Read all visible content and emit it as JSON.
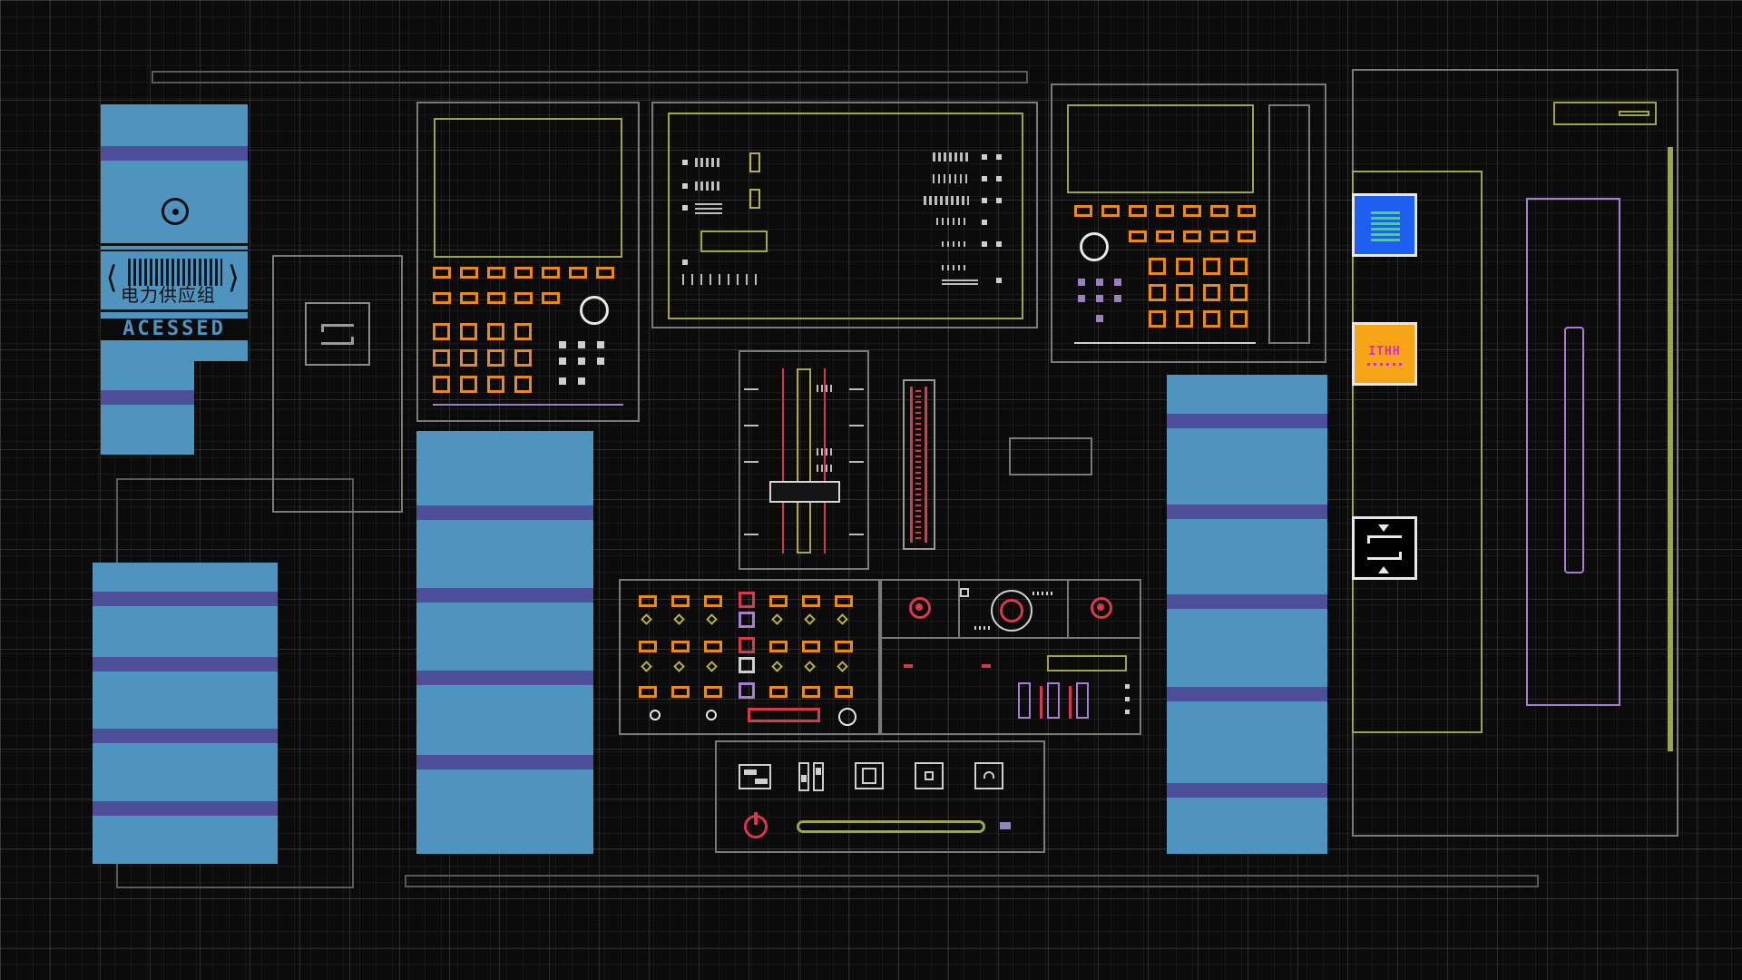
{
  "access_card": {
    "chinese_label": "电力供应组",
    "status_text": "ACESSED",
    "left_bracket": "⟨",
    "right_bracket": "⟩"
  },
  "orange_chip_label": "ITHH",
  "icons": {
    "target": "target-icon",
    "swap": "swap-arrows-icon",
    "expand": "expand-arrows-icon",
    "list": "list-lines-icon",
    "power": "power-icon"
  },
  "colors": {
    "background": "#0b0b0b",
    "panel_blue": "#4f93bf",
    "stripe_purple": "#4d4f9a",
    "orange": "#e98a17",
    "olive": "#9fa54a",
    "red": "#d9384b",
    "violet": "#a77ed1",
    "chip_blue": "#1e5ef0",
    "chip_green": "#3ee05a",
    "chip_orange": "#f7a416",
    "chip_magenta": "#d42cc9"
  }
}
